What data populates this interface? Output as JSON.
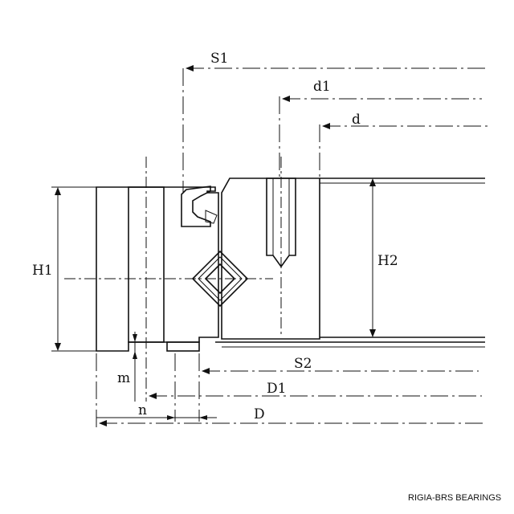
{
  "labels": {
    "s1": "S1",
    "d1": "d1",
    "d": "d",
    "h1": "H1",
    "h2": "H2",
    "s2": "S2",
    "D1": "D1",
    "D": "D",
    "m": "m",
    "n": "n"
  },
  "watermark": "RIGIA-BRS BEARINGS",
  "colors": {
    "line": "#111111",
    "background": "#ffffff"
  }
}
